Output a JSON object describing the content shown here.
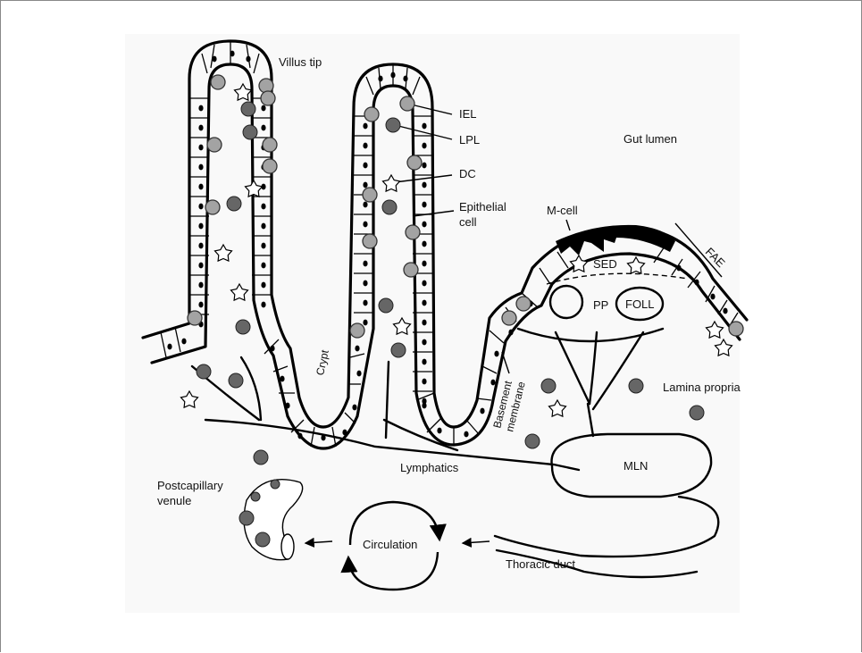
{
  "labels": {
    "villus_tip": "Villus tip",
    "iel": "IEL",
    "lpl": "LPL",
    "dc": "DC",
    "epithelial_cell_1": "Epithelial",
    "epithelial_cell_2": "cell",
    "gut_lumen": "Gut lumen",
    "m_cell": "M-cell",
    "fae": "FAE",
    "sed": "SED",
    "pp": "PP",
    "foll": "FOLL",
    "crypt": "Crypt",
    "basement_membrane_1": "Basement",
    "basement_membrane_2": "membrane",
    "lamina_propria": "Lamina propria",
    "lymphatics": "Lymphatics",
    "mln": "MLN",
    "postcapillary_venule_1": "Postcapillary",
    "postcapillary_venule_2": "venule",
    "circulation": "Circulation",
    "thoracic_duct": "Thoracic duct"
  },
  "colors": {
    "line": "#000000",
    "lymphocyte_light": "#a3a3a3",
    "lymphocyte_dark": "#666666",
    "panel": "#f9f9f9"
  }
}
